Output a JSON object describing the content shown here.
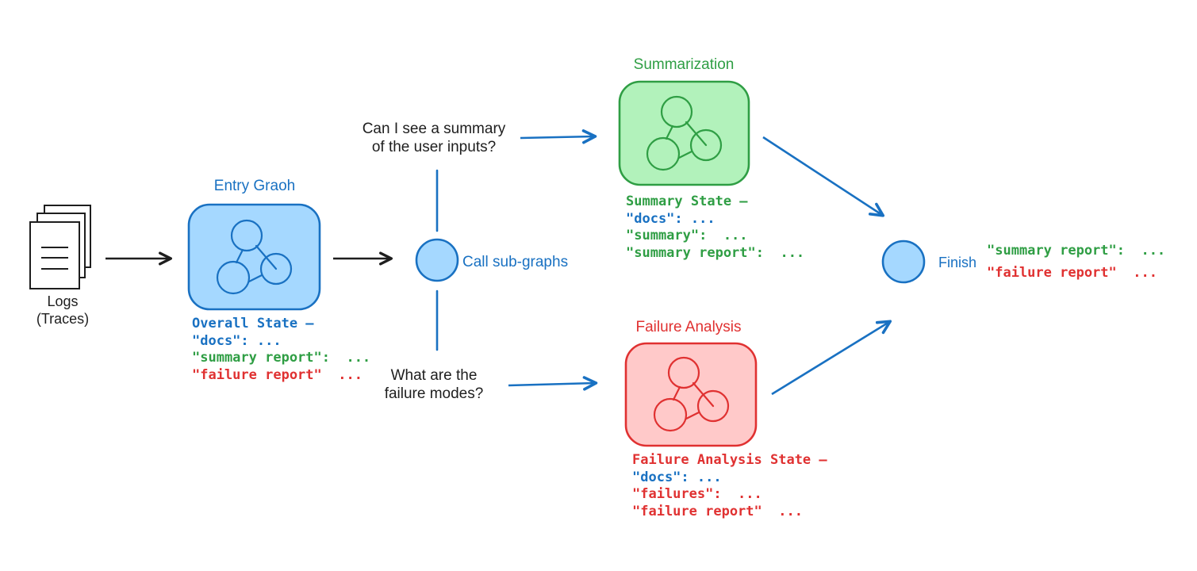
{
  "colors": {
    "blue_stroke": "#1971c2",
    "blue_fill": "#a5d8ff",
    "green_stroke": "#2f9e44",
    "green_fill": "#b2f2bb",
    "red_stroke": "#e03131",
    "red_fill": "#ffc9c9",
    "ink": "#1e1e1e"
  },
  "nodes": {
    "logs": {
      "label_line1": "Logs",
      "label_line2": "(Traces)"
    },
    "entry": {
      "title": "Entry Graoh"
    },
    "router": {
      "label": "Call sub-graphs"
    },
    "summarization": {
      "title": "Summarization"
    },
    "failure": {
      "title": "Failure Analysis"
    },
    "finish": {
      "label": "Finish"
    }
  },
  "questions": {
    "summary": {
      "line1": "Can I see a summary",
      "line2": "of the user inputs?"
    },
    "failure": {
      "line1": "What are the",
      "line2": "failure modes?"
    }
  },
  "states": {
    "overall": {
      "lines": [
        {
          "text": "Overall State –",
          "color": "blue"
        },
        {
          "text": "\"docs\": ...",
          "color": "blue"
        },
        {
          "text": "\"summary report\":  ...",
          "color": "green"
        },
        {
          "text": "\"failure report\"  ...",
          "color": "red"
        }
      ]
    },
    "summary": {
      "lines": [
        {
          "text": "Summary State –",
          "color": "green"
        },
        {
          "text": "\"docs\": ...",
          "color": "blue"
        },
        {
          "text": "\"summary\":  ...",
          "color": "green"
        },
        {
          "text": "\"summary report\":  ...",
          "color": "green"
        }
      ]
    },
    "failure": {
      "lines": [
        {
          "text": "Failure Analysis State –",
          "color": "red"
        },
        {
          "text": "\"docs\": ...",
          "color": "blue"
        },
        {
          "text": "\"failures\":  ...",
          "color": "red"
        },
        {
          "text": "\"failure report\"  ...",
          "color": "red"
        }
      ]
    },
    "finish_output": {
      "lines": [
        {
          "text": "\"summary report\":  ...",
          "color": "green"
        },
        {
          "text": "\"failure report\"  ...",
          "color": "red"
        }
      ]
    }
  }
}
